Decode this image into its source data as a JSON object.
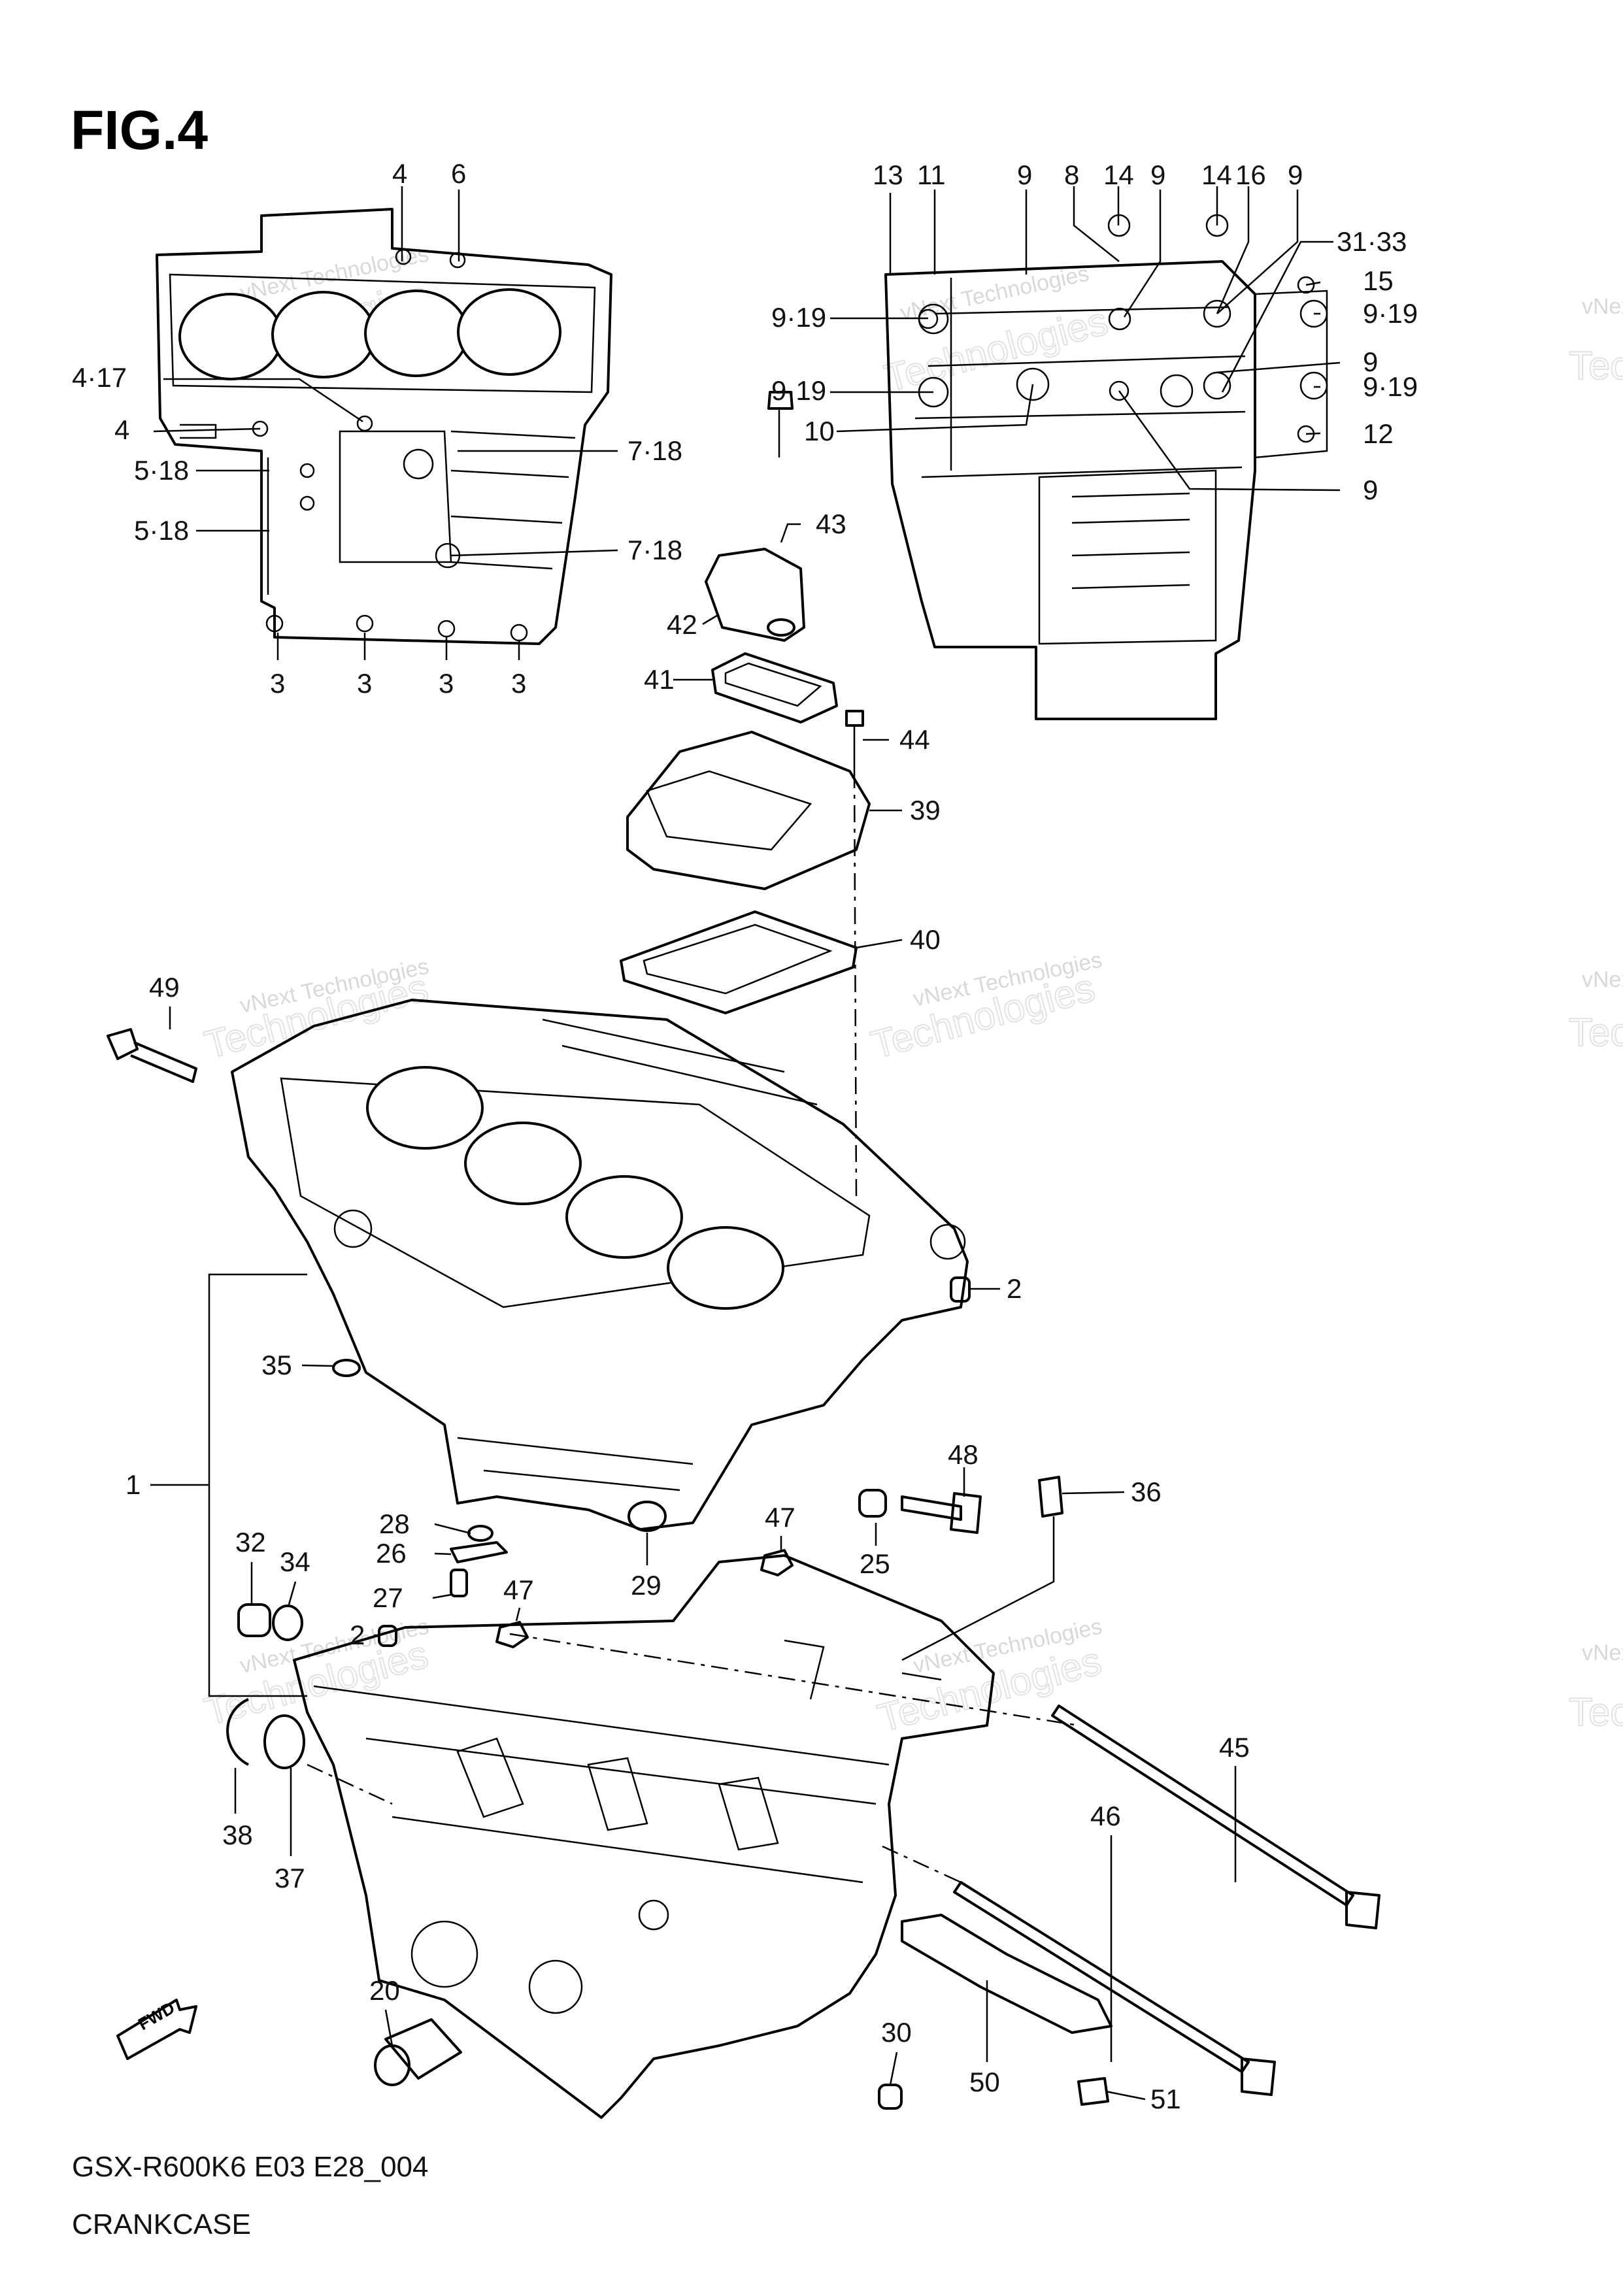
{
  "title": "FIG.4",
  "footer": {
    "model": "GSX-R600K6 E03 E28_004",
    "caption": "CRANKCASE"
  },
  "watermark": {
    "line1": "vNext Technologies",
    "line2": "Technologies",
    "line3": "vNext"
  },
  "callouts": {
    "c_4a": "4",
    "c_6": "6",
    "c_4_17": "4·17",
    "c_4b": "4",
    "c_5_18a": "5·18",
    "c_5_18b": "5·18",
    "c_7_18a": "7·18",
    "c_7_18b": "7·18",
    "c_3a": "3",
    "c_3b": "3",
    "c_3c": "3",
    "c_3d": "3",
    "c_13": "13",
    "c_11": "11",
    "c_9a": "9",
    "c_8": "8",
    "c_14a": "14",
    "c_9b": "9",
    "c_14b": "14",
    "c_16": "16",
    "c_9c": "9",
    "c_31_33": "31·33",
    "c_15": "15",
    "c_9_19a": "9·19",
    "c_9_19b": "9·19",
    "c_9_19c": "9·19",
    "c_9_19d": "9·19",
    "c_9d": "9",
    "c_10": "10",
    "c_12": "12",
    "c_9e": "9",
    "c_43": "43",
    "c_42": "42",
    "c_41": "41",
    "c_44": "44",
    "c_39": "39",
    "c_40": "40",
    "c_49": "49",
    "c_2a": "2",
    "c_35": "35",
    "c_1": "1",
    "c_48": "48",
    "c_36": "36",
    "c_47a": "47",
    "c_25": "25",
    "c_28": "28",
    "c_26": "26",
    "c_29": "29",
    "c_32": "32",
    "c_34": "34",
    "c_27": "27",
    "c_47b": "47",
    "c_2b": "2",
    "c_45": "45",
    "c_38": "38",
    "c_37": "37",
    "c_46": "46",
    "c_20": "20",
    "c_30": "30",
    "c_50": "50",
    "c_51": "51"
  },
  "fwd_label": "FWD"
}
